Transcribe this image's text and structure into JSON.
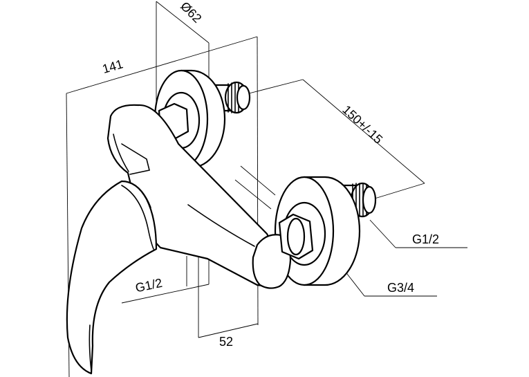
{
  "dimensions": {
    "overall_length": "141",
    "rosette_diameter": "Ø62",
    "center_distance": "150+/-15",
    "outlet_offset": "52"
  },
  "threads": {
    "inlet": "G1/2",
    "outlet": "G1/2",
    "nut": "G3/4"
  },
  "colors": {
    "line": "#000000",
    "background": "#ffffff"
  }
}
